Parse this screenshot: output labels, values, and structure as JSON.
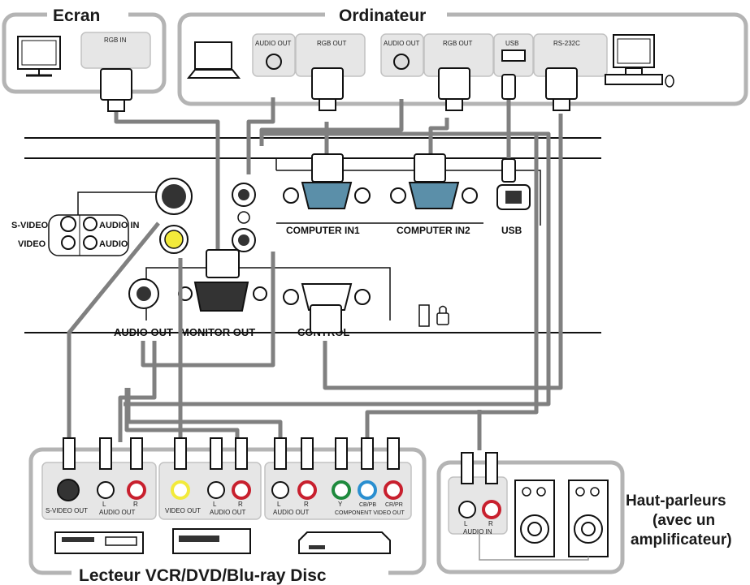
{
  "titles": {
    "ecran": "Ecran",
    "ordinateur": "Ordinateur",
    "lecteur": "Lecteur VCR/DVD/Blu-ray Disc",
    "speakers_1": "Haut-parleurs",
    "speakers_2": "(avec un",
    "speakers_3": "amplificateur)"
  },
  "ecran": {
    "rgb_in": "RGB IN"
  },
  "ordinateur": {
    "laptop": {
      "audio_out": "AUDIO OUT",
      "rgb_out": "RGB OUT"
    },
    "desktop": {
      "audio_out": "AUDIO OUT",
      "rgb_out": "RGB OUT",
      "usb": "USB",
      "rs232c": "RS-232C"
    }
  },
  "projector": {
    "s_video": "S-VIDEO",
    "video": "VIDEO",
    "audio_in_top": "AUDIO IN",
    "audio_in_bottom": "AUDIO",
    "computer_in1": "COMPUTER IN1",
    "computer_in2": "COMPUTER IN2",
    "usb": "USB",
    "audio_out": "AUDIO OUT",
    "monitor_out": "MONITOR OUT",
    "control": "CONTROL"
  },
  "devices": {
    "vcr": {
      "s_video_out": "S-VIDEO OUT",
      "l": "L",
      "r": "R",
      "audio_out": "AUDIO OUT"
    },
    "dvd": {
      "video_out": "VIDEO OUT",
      "l": "L",
      "r": "R",
      "audio_out": "AUDIO OUT"
    },
    "bluray": {
      "l": "L",
      "r": "R",
      "audio_out": "AUDIO OUT",
      "y": "Y",
      "cb": "CB/PB",
      "cr": "CR/PR",
      "component_video_out": "COMPONENT VIDEO OUT"
    }
  },
  "speakers": {
    "l": "L",
    "r": "R",
    "audio_in": "AUDIO IN"
  }
}
